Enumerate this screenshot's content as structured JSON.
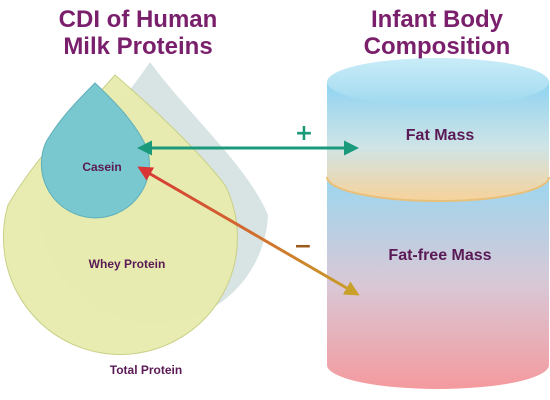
{
  "titles": {
    "left_line1": "CDI of Human",
    "left_line2": "Milk Proteins",
    "right_line1": "Infant Body",
    "right_line2": "Composition"
  },
  "proteins": {
    "casein": "Casein",
    "whey": "Whey Protein",
    "total": "Total Protein"
  },
  "composition": {
    "fat_mass": "Fat Mass",
    "fat_free_mass": "Fat-free Mass"
  },
  "relations": {
    "positive_sign": "+",
    "negative_sign": "−"
  },
  "colors": {
    "title": "#7a1f6b",
    "label": "#5a1a55",
    "casein_fill": "#79c7cf",
    "whey_fill": "#e8ecae",
    "total_fill": "#d6e2e2",
    "positive_arrow": "#1a9a7a",
    "negative_arrow_start": "#d93535",
    "negative_arrow_end": "#c9a028"
  }
}
